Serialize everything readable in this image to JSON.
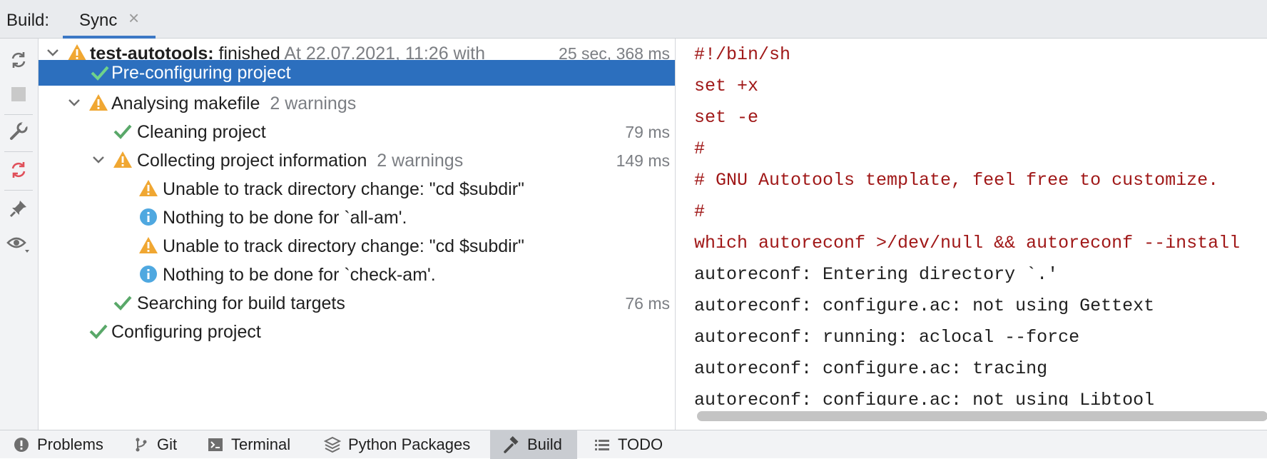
{
  "top_tabs": {
    "build_label": "Build:",
    "sync_tab": "Sync",
    "close_glyph": "×"
  },
  "toolbar": {
    "icons": [
      "sync-icon",
      "stop-icon",
      "wrench-icon",
      "sync-error-icon",
      "pin-icon",
      "eye-icon"
    ]
  },
  "tree": [
    {
      "name": "test-autotools",
      "bold": "test-autotools:",
      "label": " finished",
      "meta": "At 22.07.2021, 11:26 with",
      "time": "25 sec, 368 ms",
      "status": "warning",
      "expanded": true
    },
    {
      "label": "Pre-configuring project",
      "status": "success",
      "selected": true
    },
    {
      "label": "Analysing makefile",
      "meta": "2 warnings",
      "status": "warning",
      "expanded": true
    },
    {
      "label": "Cleaning project",
      "time": "79 ms",
      "status": "success"
    },
    {
      "label": "Collecting project information",
      "meta": "2 warnings",
      "time": "149 ms",
      "status": "warning",
      "expanded": true
    },
    {
      "label": "Unable to track directory change: \"cd $subdir\"",
      "status": "warning"
    },
    {
      "label": "Nothing to be done for `all-am'.",
      "status": "info"
    },
    {
      "label": "Unable to track directory change: \"cd $subdir\"",
      "status": "warning"
    },
    {
      "label": "Nothing to be done for `check-am'.",
      "status": "info"
    },
    {
      "label": "Searching for build targets",
      "time": "76 ms",
      "status": "success"
    },
    {
      "label": "Configuring project",
      "status": "success"
    }
  ],
  "console": {
    "lines": [
      {
        "text": "#!/bin/sh",
        "color": "red"
      },
      {
        "text": "set +x",
        "color": "red"
      },
      {
        "text": "set -e",
        "color": "red"
      },
      {
        "text": "#",
        "color": "red"
      },
      {
        "text": "# GNU Autotools template, feel free to customize.",
        "color": "red"
      },
      {
        "text": "#",
        "color": "red"
      },
      {
        "text": "which autoreconf >/dev/null && autoreconf --install",
        "color": "red"
      },
      {
        "text": "autoreconf: Entering directory `.'",
        "color": "norm"
      },
      {
        "text": "autoreconf: configure.ac: not using Gettext",
        "color": "norm"
      },
      {
        "text": "autoreconf: running: aclocal --force",
        "color": "norm"
      },
      {
        "text": "autoreconf: configure.ac: tracing",
        "color": "norm"
      },
      {
        "text": "autoreconf: configure.ac: not using Libtool",
        "color": "norm"
      }
    ]
  },
  "bottom_tabs": [
    {
      "label": "Problems",
      "icon": "problems-icon"
    },
    {
      "label": "Git",
      "icon": "git-branch-icon"
    },
    {
      "label": "Terminal",
      "icon": "terminal-icon"
    },
    {
      "label": "Python Packages",
      "icon": "python-packages-icon"
    },
    {
      "label": "Build",
      "icon": "hammer-icon",
      "active": true
    },
    {
      "label": "TODO",
      "icon": "list-icon"
    }
  ],
  "colors": {
    "selection": "#2c6fbe",
    "warning": "#f0a732",
    "success": "#59a869",
    "info": "#4fa8e0",
    "console_command": "#a01818"
  }
}
